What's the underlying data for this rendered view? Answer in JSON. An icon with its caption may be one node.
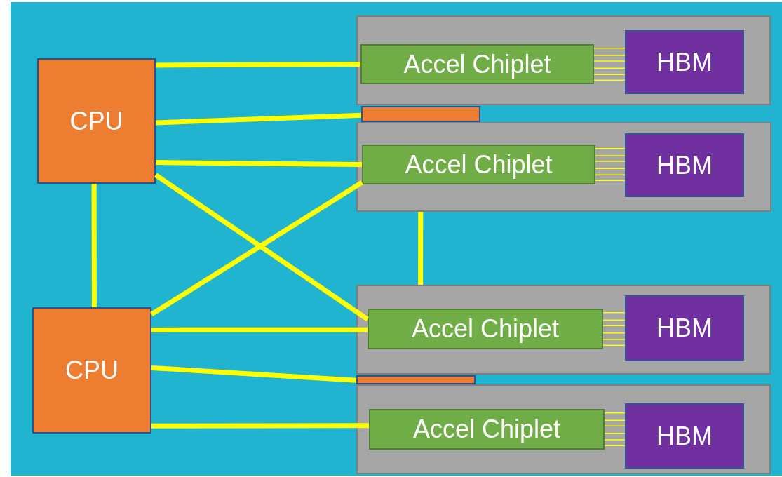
{
  "diagram": {
    "nodes": [
      {
        "text": [
          "CPU"
        ]
      },
      {
        "text": [
          "CPU"
        ]
      },
      {
        "text": [],
        "shape": "box"
      },
      {
        "text": [],
        "shape": "box"
      },
      {
        "text": [],
        "shape": "box"
      },
      {
        "text": [
          "Accel Chiplet"
        ],
        "in": 4
      },
      {
        "text": [
          "HBM"
        ],
        "in": 4
      },
      {
        "text": [],
        "shape": "box"
      },
      {
        "text": [
          "Accel Chiplet"
        ],
        "in": 7
      },
      {
        "text": [
          "HBM"
        ],
        "in": 7
      },
      {
        "text": [],
        "shape": "box"
      },
      {
        "text": [
          "Accel Chiplet"
        ],
        "in": 10
      },
      {
        "text": [
          "HBM"
        ],
        "in": 10
      },
      {
        "text": [],
        "shape": "box"
      },
      {
        "text": [
          "Accel Chiplet"
        ],
        "in": 13
      },
      {
        "text": [
          "HBM"
        ],
        "in": 13
      }
    ],
    "edges": [
      {
        "from": 0,
        "to": 5,
        "arrow": "none"
      },
      {
        "from": 0,
        "to": 2,
        "arrow": "none"
      },
      {
        "from": 0,
        "to": 8,
        "arrow": "none"
      },
      {
        "from": 0,
        "to": 11,
        "arrow": "none"
      },
      {
        "from": 0,
        "to": 1,
        "arrow": "none"
      },
      {
        "from": 1,
        "to": 8,
        "arrow": "none"
      },
      {
        "from": 1,
        "to": 11,
        "arrow": "none"
      },
      {
        "from": 1,
        "to": 3,
        "arrow": "none"
      },
      {
        "from": 1,
        "to": 14,
        "arrow": "none"
      },
      {
        "from": 7,
        "to": 10,
        "arrow": "none"
      },
      {
        "from": 5,
        "to": 6,
        "arrow": "none"
      },
      {
        "from": 8,
        "to": 9,
        "arrow": "none"
      },
      {
        "from": 11,
        "to": 12,
        "arrow": "none"
      },
      {
        "from": 14,
        "to": 15,
        "arrow": "none"
      }
    ]
  }
}
